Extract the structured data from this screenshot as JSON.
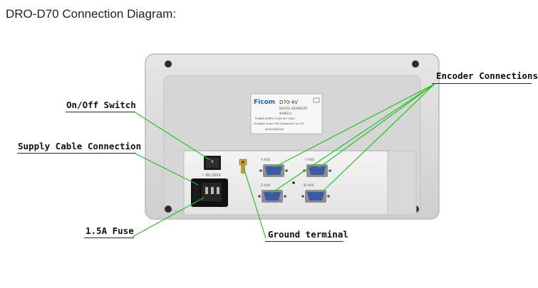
{
  "page_title": "DRO-D70 Connection Diagram:",
  "callouts": {
    "encoder": "Encoder Connections",
    "onoff": "On/Off Switch",
    "supply": "Supply Cable Connection",
    "fuse": "1.5A Fuse",
    "ground": "Ground terminal"
  },
  "nameplate": {
    "brand": "Ficom",
    "model": "D70-4V",
    "line1": "DIGITAL READOUTS",
    "line2": "4AXES,V",
    "line3": "POWER SUPPLY 5 VAC 85~250V",
    "line4": "Shanghai Ficom CNC Equipment Co.,LTD",
    "serial": "SN:000000000"
  },
  "colors": {
    "leader": "#22c322",
    "case": "#dedede",
    "panel": "#efefef",
    "connector": "#3b5aa6"
  }
}
